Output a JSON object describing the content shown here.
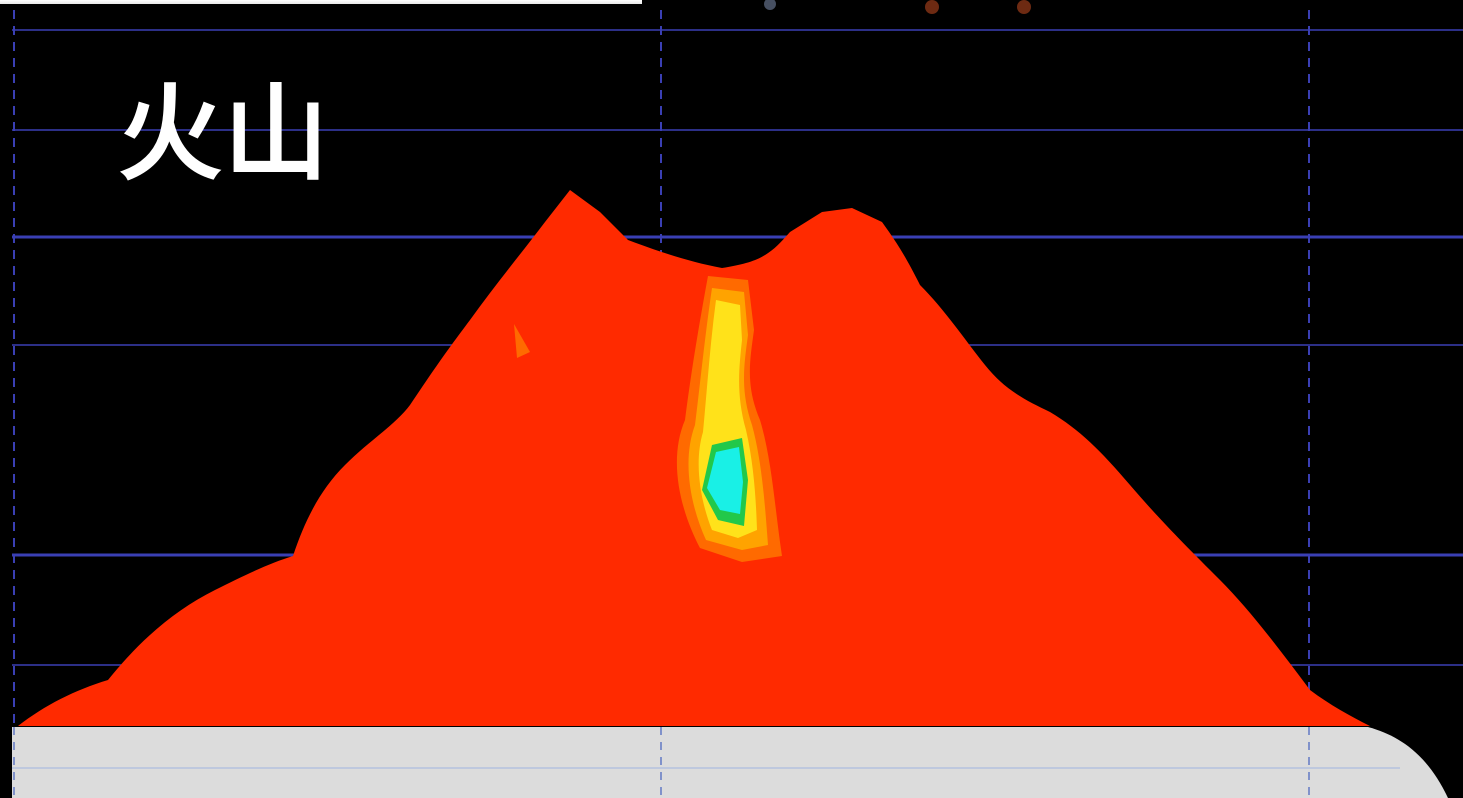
{
  "chart_data": {
    "type": "heatmap",
    "title": "火山",
    "xlabel": "",
    "ylabel": "",
    "grid": true,
    "legend": "none",
    "colors": {
      "background": "#000000",
      "gridline": "#3a3fb4",
      "volcano_body": "#ff2a00",
      "hot_low": "#ff6a00",
      "hot_mid": "#ffa300",
      "hot_high": "#ffe21a",
      "core_edge": "#22c84a",
      "core": "#19f0e6",
      "ground": "#dcdcdc",
      "title_text": "#ffffff"
    }
  }
}
